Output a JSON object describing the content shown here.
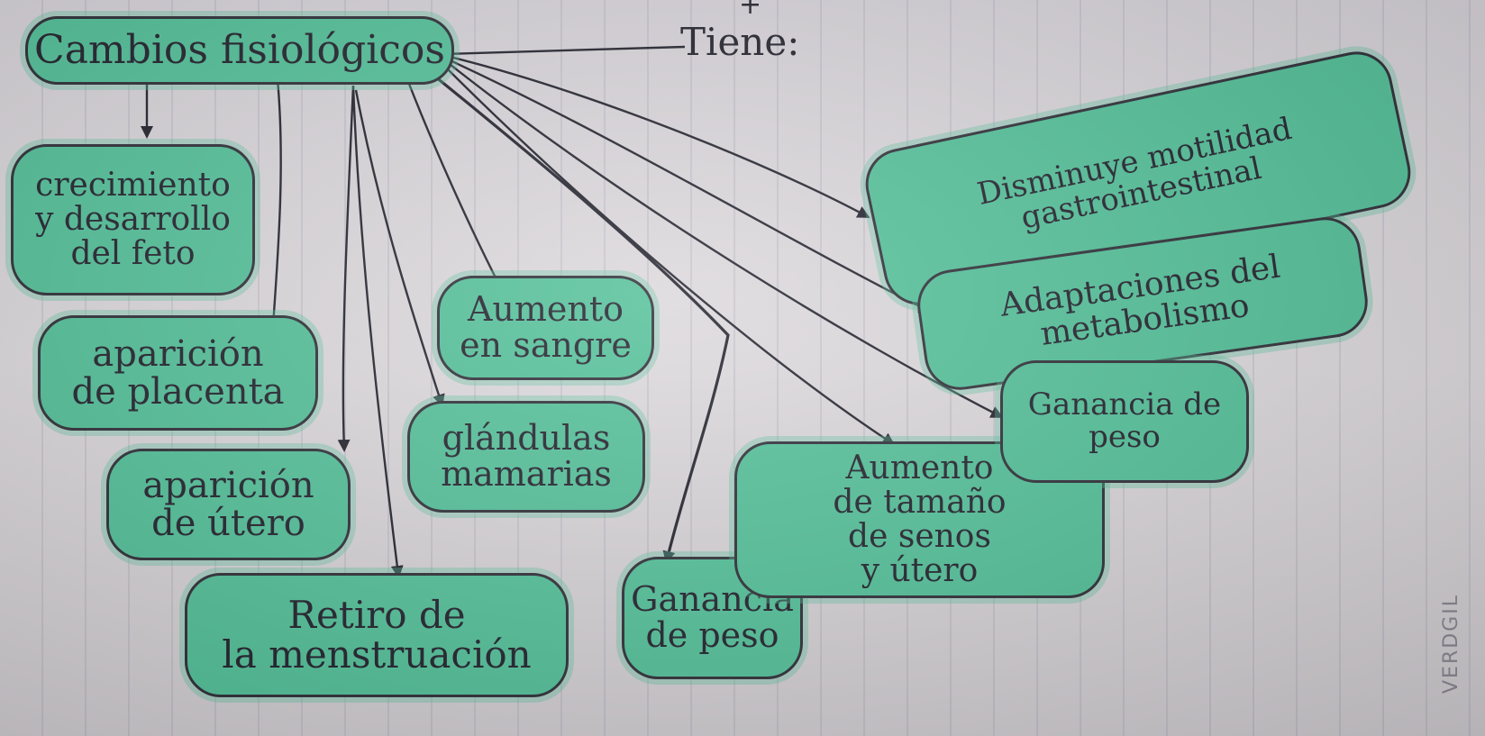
{
  "diagram": {
    "root": "Cambios fisiológicos",
    "connector": "Tiene:",
    "children": [
      "crecimiento\ny desarrollo\ndel feto",
      "aparición\nde placenta",
      "aparición\nde útero",
      "Retiro de\nla menstruación",
      "Aumento\nen sangre",
      "glándulas\nmamarias",
      "Ganancia\nde peso",
      "Aumento\nde tamaño\nde senos\ny útero",
      "Disminuye motilidad\ngastrointestinal",
      "Adaptaciones del\nmetabolismo",
      "Ganancia de\npeso"
    ]
  },
  "colors": {
    "node_fill": "#4fbf97",
    "ink": "#1d1d28",
    "paper": "#d9d5d9"
  },
  "watermark": "VERDGIL"
}
